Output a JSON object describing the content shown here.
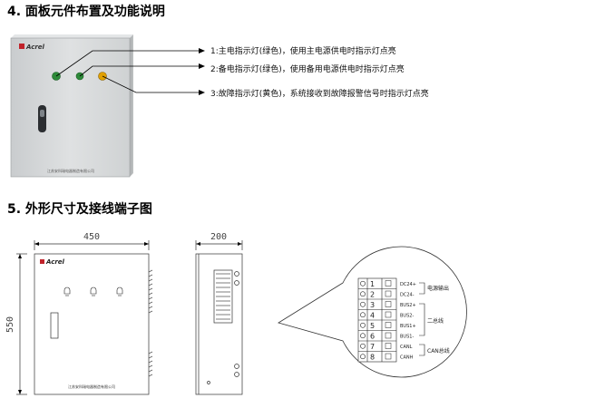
{
  "section4": {
    "title": "4. 面板元件布置及功能说明"
  },
  "panel_photo": {
    "brand": "Acrel",
    "company": "江苏安科瑞电器制造有限公司"
  },
  "annotations": [
    {
      "text": "1:主电指示灯(绿色)，使用主电源供电时指示灯点亮"
    },
    {
      "text": "2:备电指示灯(绿色)，使用备用电源供电时指示灯点亮"
    },
    {
      "text": "3:故障指示灯(黄色)，系统接收到故障报警信号时指示灯点亮"
    }
  ],
  "indicator_colors": {
    "main": "#2e8b3a",
    "backup": "#2e8b3a",
    "fault": "#e0a000"
  },
  "section5": {
    "title": "5. 外形尺寸及接线端子图"
  },
  "drawing": {
    "width_dim": "450",
    "height_dim": "550",
    "depth_dim": "200",
    "brand": "Acrel",
    "company": "江苏安科瑞电器制造有限公司"
  },
  "terminals": [
    {
      "num": "1",
      "label": "DC24+"
    },
    {
      "num": "2",
      "label": "DC24-"
    },
    {
      "num": "3",
      "label": "BUS2+"
    },
    {
      "num": "4",
      "label": "BUS2-"
    },
    {
      "num": "5",
      "label": "BUS1+"
    },
    {
      "num": "6",
      "label": "BUS1-"
    },
    {
      "num": "7",
      "label": "CANL"
    },
    {
      "num": "8",
      "label": "CANH"
    }
  ],
  "terminal_groups": [
    {
      "label": "电源输出"
    },
    {
      "label": "二总线"
    },
    {
      "label": "CAN总线"
    }
  ]
}
